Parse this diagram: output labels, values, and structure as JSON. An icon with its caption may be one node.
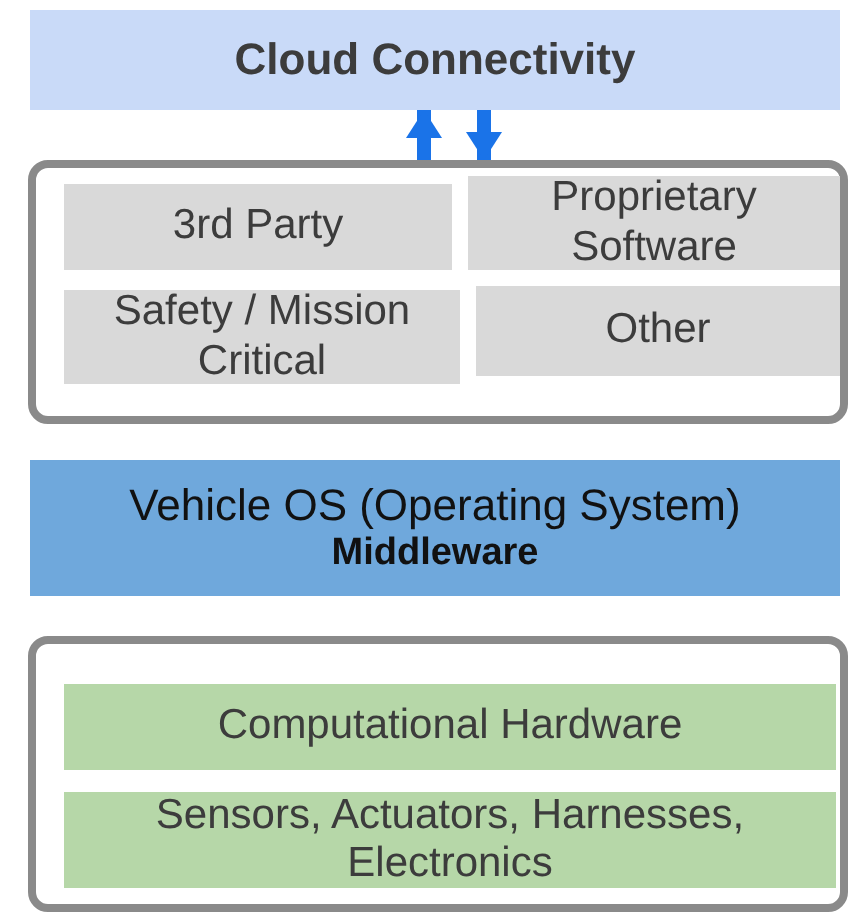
{
  "diagram": {
    "nodes": [
      {
        "text": [
          "Cloud Connectivity"
        ]
      },
      {
        "text": [],
        "shape": "box"
      },
      {
        "text": [
          "3rd Party"
        ],
        "in": 1
      },
      {
        "text": [
          "Proprietary Software"
        ],
        "in": 1
      },
      {
        "text": [
          "Safety / Mission Critical"
        ],
        "in": 1
      },
      {
        "text": [
          "Other"
        ],
        "in": 1
      },
      {
        "text": [
          "Vehicle OS (Operating System)",
          "Middleware"
        ]
      },
      {
        "text": [],
        "shape": "box"
      },
      {
        "text": [
          "Computational Hardware"
        ],
        "in": 7
      },
      {
        "text": [
          "Sensors, Actuators, Harnesses, Electronics"
        ],
        "in": 7
      }
    ],
    "edges": [
      {
        "from": 1,
        "to": 0,
        "arrow": "to"
      },
      {
        "from": 0,
        "to": 1,
        "arrow": "to"
      }
    ]
  }
}
